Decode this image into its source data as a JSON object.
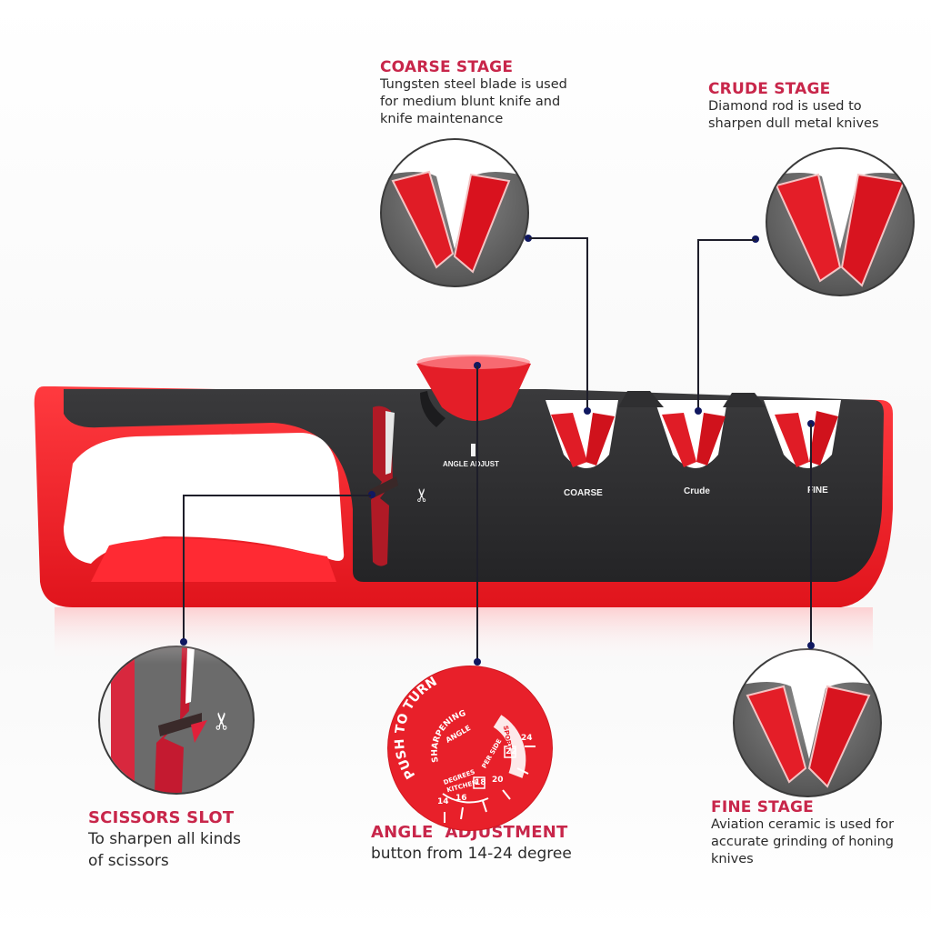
{
  "callouts": {
    "coarse": {
      "title": "COARSE STAGE",
      "desc": [
        "Tungsten steel blade is used",
        "for medium blunt knife and",
        "knife maintenance"
      ]
    },
    "crude": {
      "title": "CRUDE STAGE",
      "desc": [
        "Diamond rod is used to",
        "sharpen dull metal knives"
      ]
    },
    "scissors": {
      "title": "SCISSORS SLOT",
      "desc": [
        "To sharpen all kinds",
        "of scissors"
      ]
    },
    "angle": {
      "title": "ANGLE  ADJUSTMENT",
      "desc": [
        "button from 14-24 degree"
      ]
    },
    "fine": {
      "title": "FINE STAGE",
      "desc": [
        "Aviation ceramic is used for",
        "accurate grinding of honing",
        "knives"
      ]
    }
  },
  "product_labels": {
    "angle_adjust": "ANGLE ADJUST",
    "coarse": "COARSE",
    "crude": "Crude",
    "fine": "FINE",
    "scissors_icon": "✂"
  },
  "dial": {
    "push_to_turn": "PUSH TO TURN",
    "sharpening": "SHARPENING",
    "angle": "ANGLE",
    "degrees": "DEGREES",
    "per_side": "PER SIDE",
    "kitchen": "KITCHEN",
    "sport": "SPORT",
    "ticks": [
      "14",
      "16",
      "18",
      "20",
      "22",
      "24"
    ]
  },
  "colors": {
    "accent_red": "#e8202a",
    "title_red": "#c8264a",
    "body_dark": "#2d2d2f",
    "connector_dot": "#101860"
  }
}
